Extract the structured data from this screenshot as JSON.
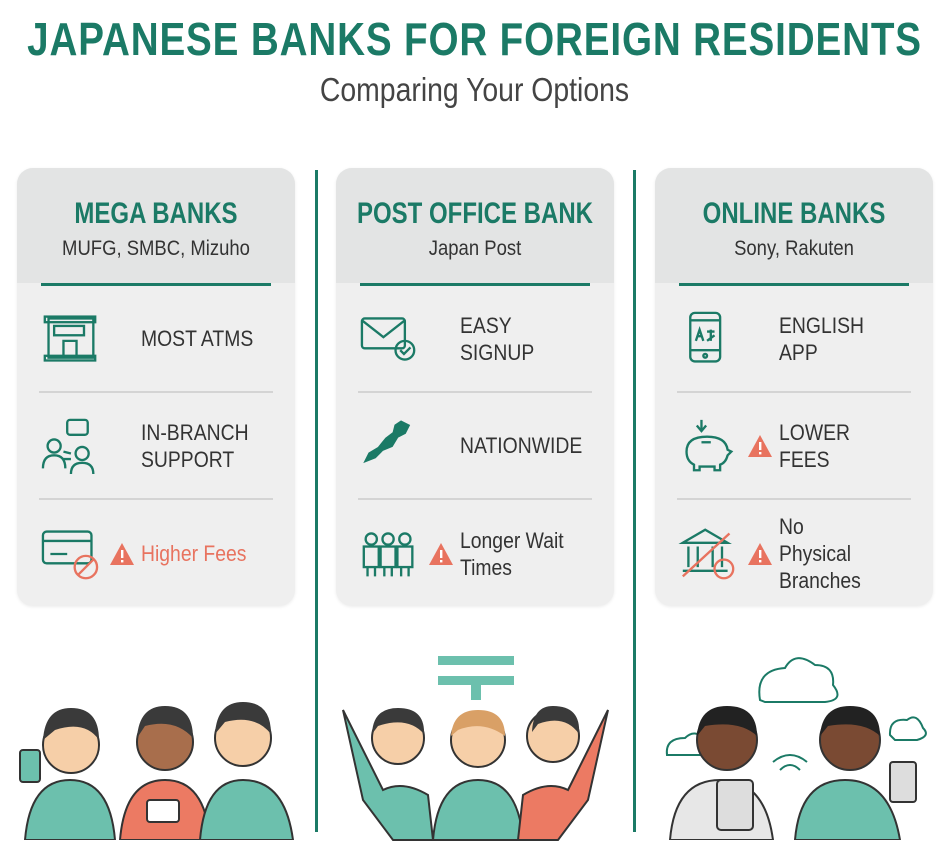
{
  "title": "JAPANESE BANKS FOR FOREIGN RESIDENTS",
  "subtitle": "Comparing Your Options",
  "colors": {
    "accent": "#1b7a66",
    "warning": "#e8735f",
    "card": "#efefef"
  },
  "cards": [
    {
      "name": "MEGA BANKS",
      "sub": "MUFG, SMBC, Mizuho",
      "rows": [
        {
          "icon": "atm-building-icon",
          "text": "MOST ATMS",
          "warn": false
        },
        {
          "icon": "in-branch-support-icon",
          "text": "IN-BRANCH SUPPORT",
          "warn": false
        },
        {
          "icon": "card-no-fee-icon",
          "text": "Higher Fees",
          "warn": true
        }
      ]
    },
    {
      "name": "POST OFFICE BANK",
      "sub": "Japan Post",
      "rows": [
        {
          "icon": "envelope-check-icon",
          "text": "EASY SIGNUP",
          "warn": false
        },
        {
          "icon": "japan-map-icon",
          "text": "NATIONWIDE",
          "warn": false
        },
        {
          "icon": "queue-people-icon",
          "text": "Longer Wait Times",
          "warn": true
        }
      ]
    },
    {
      "name": "ONLINE BANKS",
      "sub": "Sony, Rakuten",
      "rows": [
        {
          "icon": "phone-translate-icon",
          "text": "ENGLISH APP",
          "warn": false
        },
        {
          "icon": "piggy-bank-icon",
          "text": "LOWER FEES",
          "warn": true
        },
        {
          "icon": "no-bank-branch-icon",
          "text": "No Physical Branches",
          "warn": true
        }
      ]
    }
  ]
}
